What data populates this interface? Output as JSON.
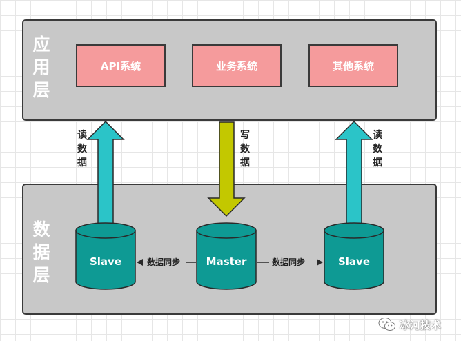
{
  "layers": {
    "application": {
      "title": "应\n用\n层"
    },
    "data": {
      "title": "数\n据\n层"
    }
  },
  "systems": [
    {
      "label": "API系统"
    },
    {
      "label": "业务系统"
    },
    {
      "label": "其他系统"
    }
  ],
  "arrows": {
    "read_left": "读\n数\n据",
    "write": "写\n数\n据",
    "read_right": "读\n数\n据"
  },
  "databases": {
    "slave_left": "Slave",
    "master": "Master",
    "slave_right": "Slave"
  },
  "sync": {
    "left": "数据同步",
    "right": "数据同步"
  },
  "colors": {
    "layer_fill": "#c8c8c8",
    "system_fill": "#f59b9c",
    "db_fill": "#0e9a94",
    "read_arrow": "#2bc4c8",
    "write_arrow": "#c3c800"
  },
  "watermark": {
    "text": "冰河技术",
    "icon": "wechat-icon"
  }
}
